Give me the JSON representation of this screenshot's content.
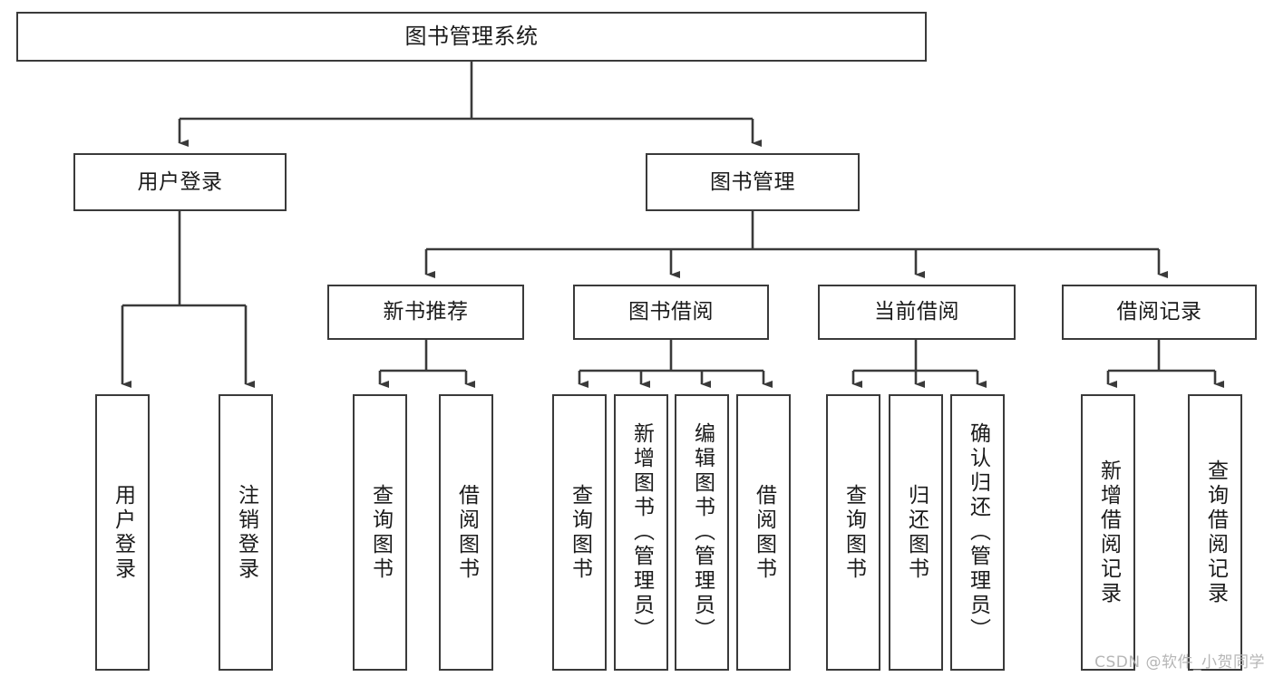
{
  "diagram": {
    "type": "tree-hierarchy-chart",
    "title": "图书管理系统",
    "watermark": "CSDN @软件_小贺同学",
    "colors": {
      "box_border": "#3a3a3a",
      "box_fill": "#ffffff",
      "connector": "#3a3a3a",
      "text": "#1b1b1b",
      "watermark": "#b6b6b6"
    },
    "nodes": {
      "root": {
        "label": "图书管理系统",
        "level": 1
      },
      "level2": [
        {
          "id": "user-login",
          "label": "用户登录"
        },
        {
          "id": "book-management",
          "label": "图书管理"
        }
      ],
      "level3": [
        {
          "id": "new-book-recommend",
          "label": "新书推荐",
          "parent": "book-management"
        },
        {
          "id": "book-borrow",
          "label": "图书借阅",
          "parent": "book-management"
        },
        {
          "id": "current-borrow",
          "label": "当前借阅",
          "parent": "book-management"
        },
        {
          "id": "borrow-record",
          "label": "借阅记录",
          "parent": "book-management"
        }
      ],
      "leaves": [
        {
          "id": "leaf-user-login",
          "label": "用户登录",
          "parent": "user-login"
        },
        {
          "id": "leaf-user-logout",
          "label": "注销登录",
          "parent": "user-login"
        },
        {
          "id": "leaf-query-book-1",
          "label": "查询图书",
          "parent": "new-book-recommend"
        },
        {
          "id": "leaf-borrow-book-1",
          "label": "借阅图书",
          "parent": "new-book-recommend"
        },
        {
          "id": "leaf-query-book-2",
          "label": "查询图书",
          "parent": "book-borrow"
        },
        {
          "id": "leaf-add-book",
          "label": "新增图书（管理员）",
          "parent": "book-borrow"
        },
        {
          "id": "leaf-edit-book",
          "label": "编辑图书（管理员）",
          "parent": "book-borrow"
        },
        {
          "id": "leaf-borrow-book-2",
          "label": "借阅图书",
          "parent": "book-borrow"
        },
        {
          "id": "leaf-query-book-3",
          "label": "查询图书",
          "parent": "current-borrow"
        },
        {
          "id": "leaf-return-book",
          "label": "归还图书",
          "parent": "current-borrow"
        },
        {
          "id": "leaf-confirm-return",
          "label": "确认归还（管理员）",
          "parent": "current-borrow"
        },
        {
          "id": "leaf-add-record",
          "label": "新增借阅记录",
          "parent": "borrow-record"
        },
        {
          "id": "leaf-query-record",
          "label": "查询借阅记录",
          "parent": "borrow-record"
        }
      ]
    }
  }
}
